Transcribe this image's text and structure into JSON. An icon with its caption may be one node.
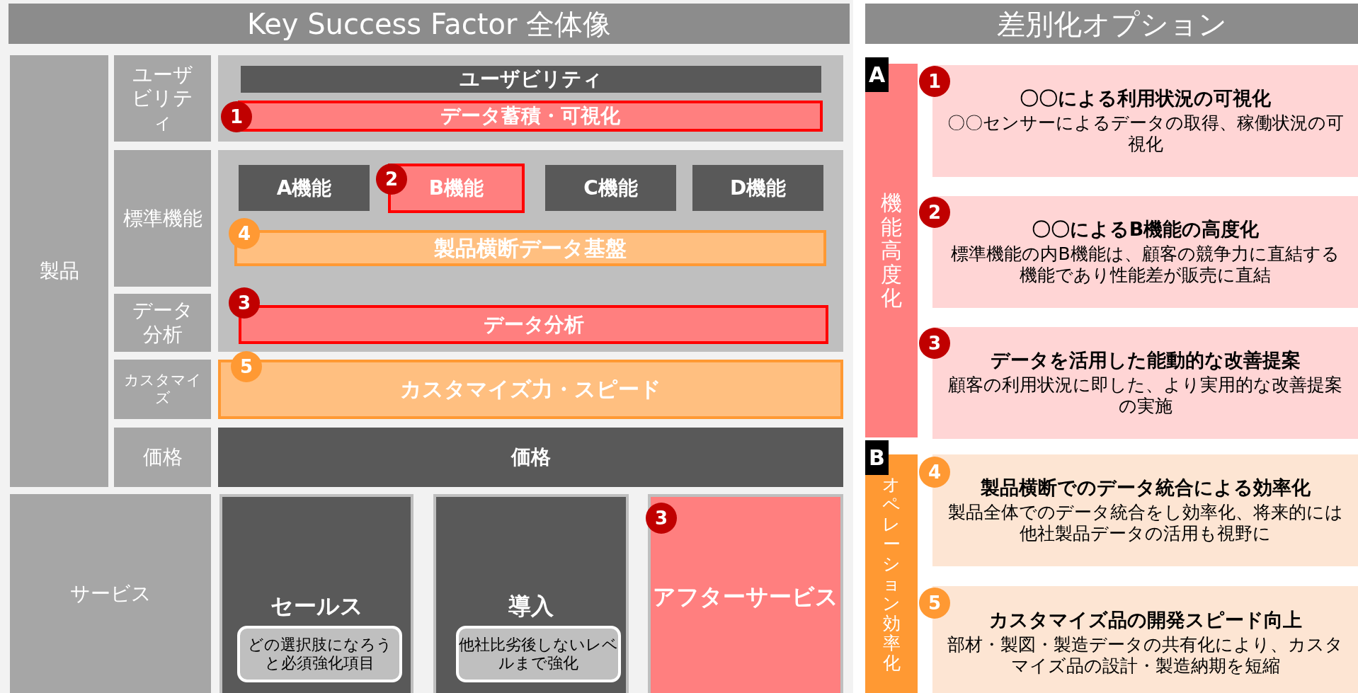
{
  "diagram": {
    "nodes": [
      {
        "text": [
          "Key Success Factor 全体像"
        ]
      },
      {
        "text": [
          "差別化オプション"
        ]
      },
      {
        "text": [
          "製品"
        ]
      },
      {
        "text": [
          "ユーザビリティ"
        ]
      },
      {
        "text": [
          "標準機能"
        ]
      },
      {
        "text": [
          "データ分析"
        ]
      },
      {
        "text": [
          "カスタマイズ"
        ]
      },
      {
        "text": [
          "価格"
        ]
      },
      {
        "text": [
          "サービス"
        ]
      },
      {
        "text": [],
        "shape": "box"
      },
      {
        "text": [
          "ユーザビリティ"
        ],
        "in": 9
      },
      {
        "text": [
          "データ蓄積・可視化"
        ],
        "in": 9
      },
      {
        "text": [
          "1"
        ],
        "in": 9
      },
      {
        "text": [],
        "shape": "box"
      },
      {
        "text": [
          "A機能"
        ],
        "in": 13
      },
      {
        "text": [
          "B機能"
        ],
        "in": 13
      },
      {
        "text": [
          "2"
        ],
        "in": 13
      },
      {
        "text": [
          "C機能"
        ],
        "in": 13
      },
      {
        "text": [
          "D機能"
        ],
        "in": 13
      },
      {
        "text": [
          "4"
        ],
        "in": 13
      },
      {
        "text": [
          "製品横断データ基盤"
        ],
        "in": 13
      },
      {
        "text": [
          "3"
        ],
        "in": 13
      },
      {
        "text": [
          "データ分析"
        ],
        "in": 13
      },
      {
        "text": [
          "カスタマイズ力・スピード"
        ]
      },
      {
        "text": [
          "5"
        ]
      },
      {
        "text": [
          "価格"
        ]
      },
      {
        "text": [
          "セールス"
        ]
      },
      {
        "text": [
          "どの選択肢になろうと必須強化項目"
        ],
        "in": 26
      },
      {
        "text": [
          "導入"
        ]
      },
      {
        "text": [
          "他社比劣後しないレベルまで強化"
        ],
        "in": 28
      },
      {
        "text": [
          "アフターサービス"
        ]
      },
      {
        "text": [
          "3"
        ],
        "in": 30
      },
      {
        "text": [
          "A"
        ]
      },
      {
        "text": [
          "機能高度化"
        ]
      },
      {
        "text": [
          "B"
        ]
      },
      {
        "text": [
          "オペレーション効率化"
        ]
      },
      {
        "text": [
          "〇〇による利用状況の可視化",
          "〇〇センサーによるデータの取得、稼働状況の可視化"
        ]
      },
      {
        "text": [
          "1"
        ]
      },
      {
        "text": [
          "〇〇によるB機能の高度化",
          "標準機能の内B機能は、顧客の競争力に直結する機能であり性能差が販売に直結"
        ]
      },
      {
        "text": [
          "2"
        ]
      },
      {
        "text": [
          "データを活用した能動的な改善提案",
          "顧客の利用状況に即した、より実用的な改善提案の実施"
        ]
      },
      {
        "text": [
          "3"
        ]
      },
      {
        "text": [
          "製品横断でのデータ統合による効率化",
          "製品全体でのデータ統合をし効率化、将来的には他社製品データの活用も視野に"
        ]
      },
      {
        "text": [
          "4"
        ]
      },
      {
        "text": [
          "カスタマイズ品の開発スピード向上",
          "部材・製図・製造データの共有化により、カスタマイズ品の設計・製造納期を短縮"
        ]
      },
      {
        "text": [
          "5"
        ]
      }
    ]
  }
}
